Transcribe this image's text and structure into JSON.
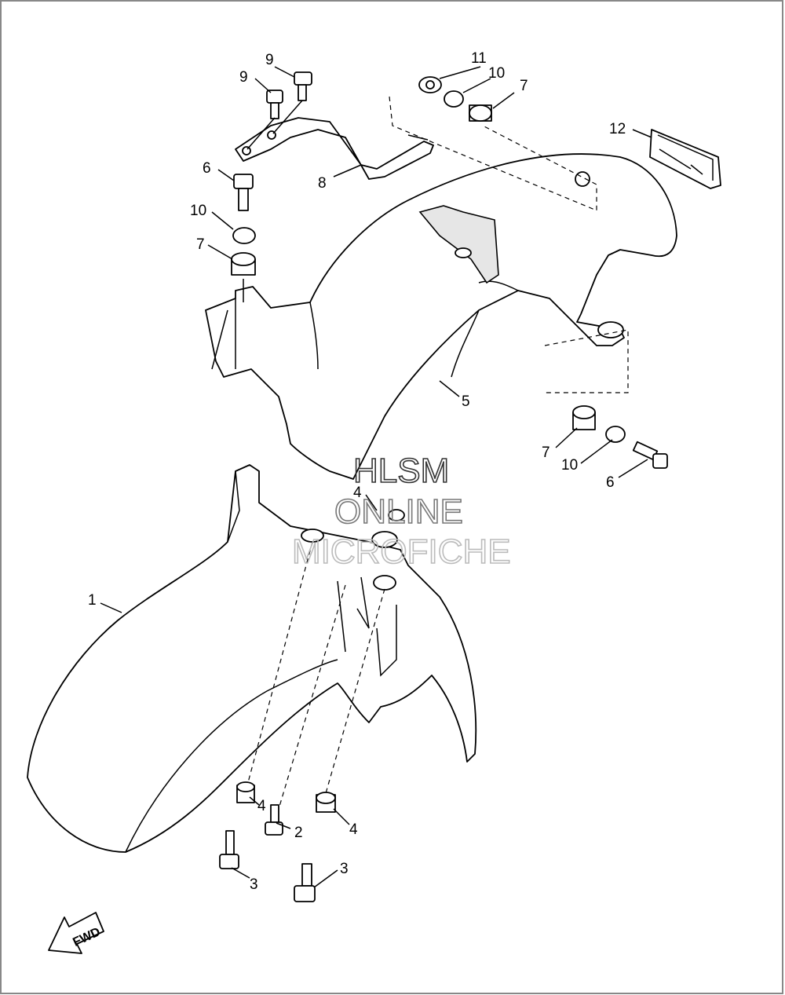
{
  "callouts": {
    "c1": "1",
    "c2": "2",
    "c3a": "3",
    "c3b": "3",
    "c4a": "4",
    "c4b": "4",
    "c4c": "4",
    "c5": "5",
    "c6a": "6",
    "c6b": "6",
    "c7a": "7",
    "c7b": "7",
    "c7c": "7",
    "c8": "8",
    "c9a": "9",
    "c9b": "9",
    "c10a": "10",
    "c10b": "10",
    "c10c": "10",
    "c11": "11",
    "c12": "12"
  },
  "watermark": {
    "line1": "HLSM",
    "line2": "ONLINE",
    "line3": "MICROFICHE"
  },
  "direction_label": "FWD"
}
